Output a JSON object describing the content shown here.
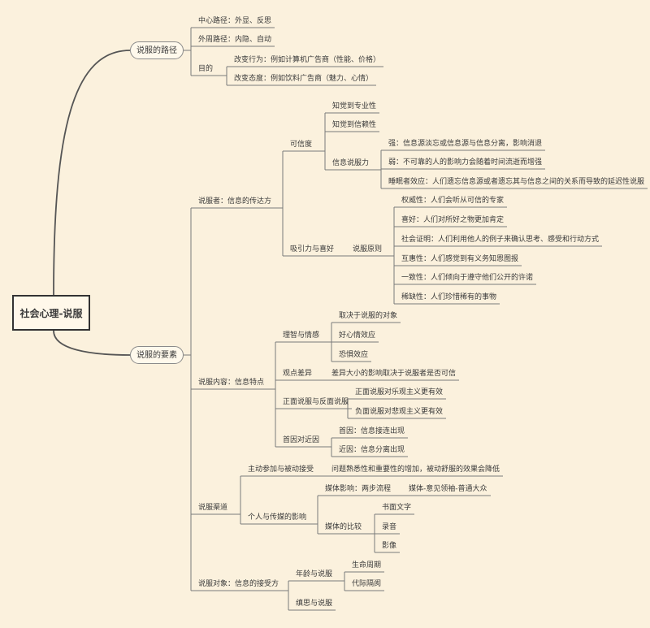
{
  "root": "社会心理-说服",
  "main": {
    "path": "说服的路径",
    "elements": "说服的要素"
  },
  "path_branch": {
    "central": "中心路径：外显、反思",
    "peripheral": "外周路径：内隐、自动",
    "goal": "目的",
    "goal_behavior": "改变行为：例如计算机广告商（性能、价格）",
    "goal_attitude": "改变态度：例如饮料广告商（魅力、心情）"
  },
  "communicator": {
    "label": "说服者：信息的传达方",
    "credibility": "可信度",
    "expertise": "知觉到专业性",
    "trust": "知觉到信赖性",
    "persuasive_power": "信息说服力",
    "strong": "强：信息源淡忘或信息源与信息分离，影响消退",
    "weak": "弱：不可靠的人的影响力会随着时间流逝而增强",
    "sleeper": "睡眠者效应：人们遗忘信息源或者遗忘其与信息之间的关系而导致的延迟性说服",
    "attractiveness": "吸引力与喜好",
    "principles": "说服原则",
    "authority": "权威性：人们会听从可信的专家",
    "liking": "喜好：人们对所好之物更加肯定",
    "social_proof": "社会证明：人们利用他人的例子来确认思考、感受和行动方式",
    "reciprocity": "互惠性：人们感觉到有义务知恩图报",
    "consistency": "一致性：人们倾向于遵守他们公开的许诺",
    "scarcity": "稀缺性：人们珍惜稀有的事物"
  },
  "message": {
    "label": "说服内容：信息特点",
    "reason_emotion": "理智与情感",
    "depends_audience": "取决于说服的对象",
    "good_mood": "好心情效应",
    "fear": "恐惧效应",
    "discrepancy": "观点差异",
    "discrepancy_detail": "差异大小的影响取决于说服者是否可信",
    "one_two_sided": "正面说服与反面说服",
    "positive": "正面说服对乐观主义更有效",
    "negative": "负面说服对悲观主义更有效",
    "primacy_recency": "首因对近因",
    "primacy": "首因：信息接连出现",
    "recency": "近因：信息分离出现"
  },
  "channel": {
    "label": "说服渠道",
    "active_passive": "主动参加与被动接受",
    "active_detail": "问题熟悉性和重要性的增加，被动舒服的效果会降低",
    "personal_media": "个人与传媒的影响",
    "media_influence": "媒体影响：两步流程",
    "media_flow": "媒体-意见领袖-普通大众",
    "media_compare": "媒体的比较",
    "written": "书面文字",
    "audio": "录音",
    "video": "影像"
  },
  "audience": {
    "label": "说服对象：信息的接受方",
    "age": "年龄与说服",
    "life_cycle": "生命周期",
    "generation": "代际隔阂",
    "thinking": "缜思与说服"
  },
  "colors": {
    "background": "#fbf1dd",
    "line": "#7a7a7a",
    "root_border": "#333333"
  }
}
